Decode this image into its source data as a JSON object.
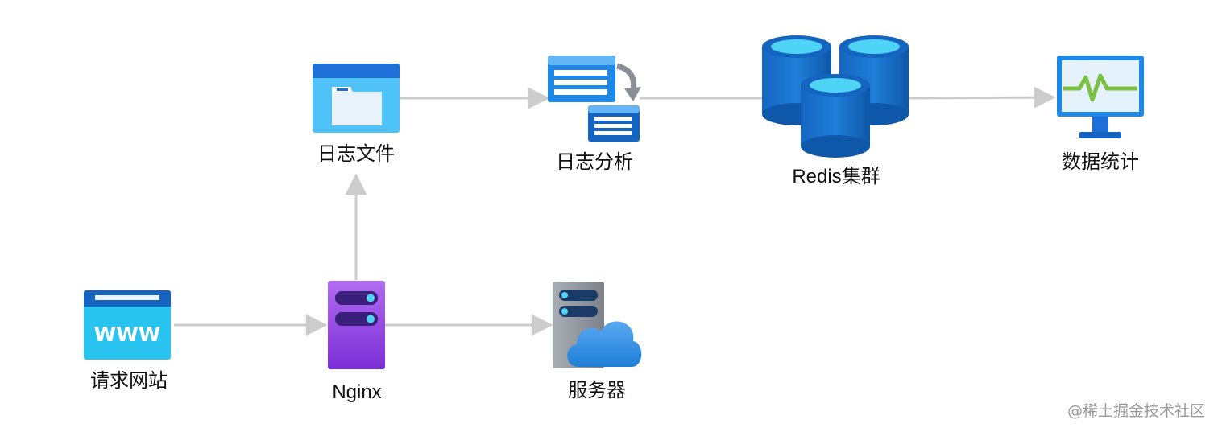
{
  "nodes": {
    "log_file": "日志文件",
    "log_analysis": "日志分析",
    "redis_cluster": "Redis集群",
    "statistics": "数据统计",
    "website": "请求网站",
    "nginx": "Nginx",
    "server": "服务器"
  },
  "website_icon_text": "WWW",
  "watermark": "@稀土掘金技术社区",
  "colors": {
    "arrow": "#cccccc",
    "blue_dark": "#1565c0",
    "blue_mid": "#1e88e5",
    "cyan": "#4fc3f7",
    "purple": "#8e44e8",
    "gray": "#8a8f98",
    "green": "#7ac142"
  }
}
